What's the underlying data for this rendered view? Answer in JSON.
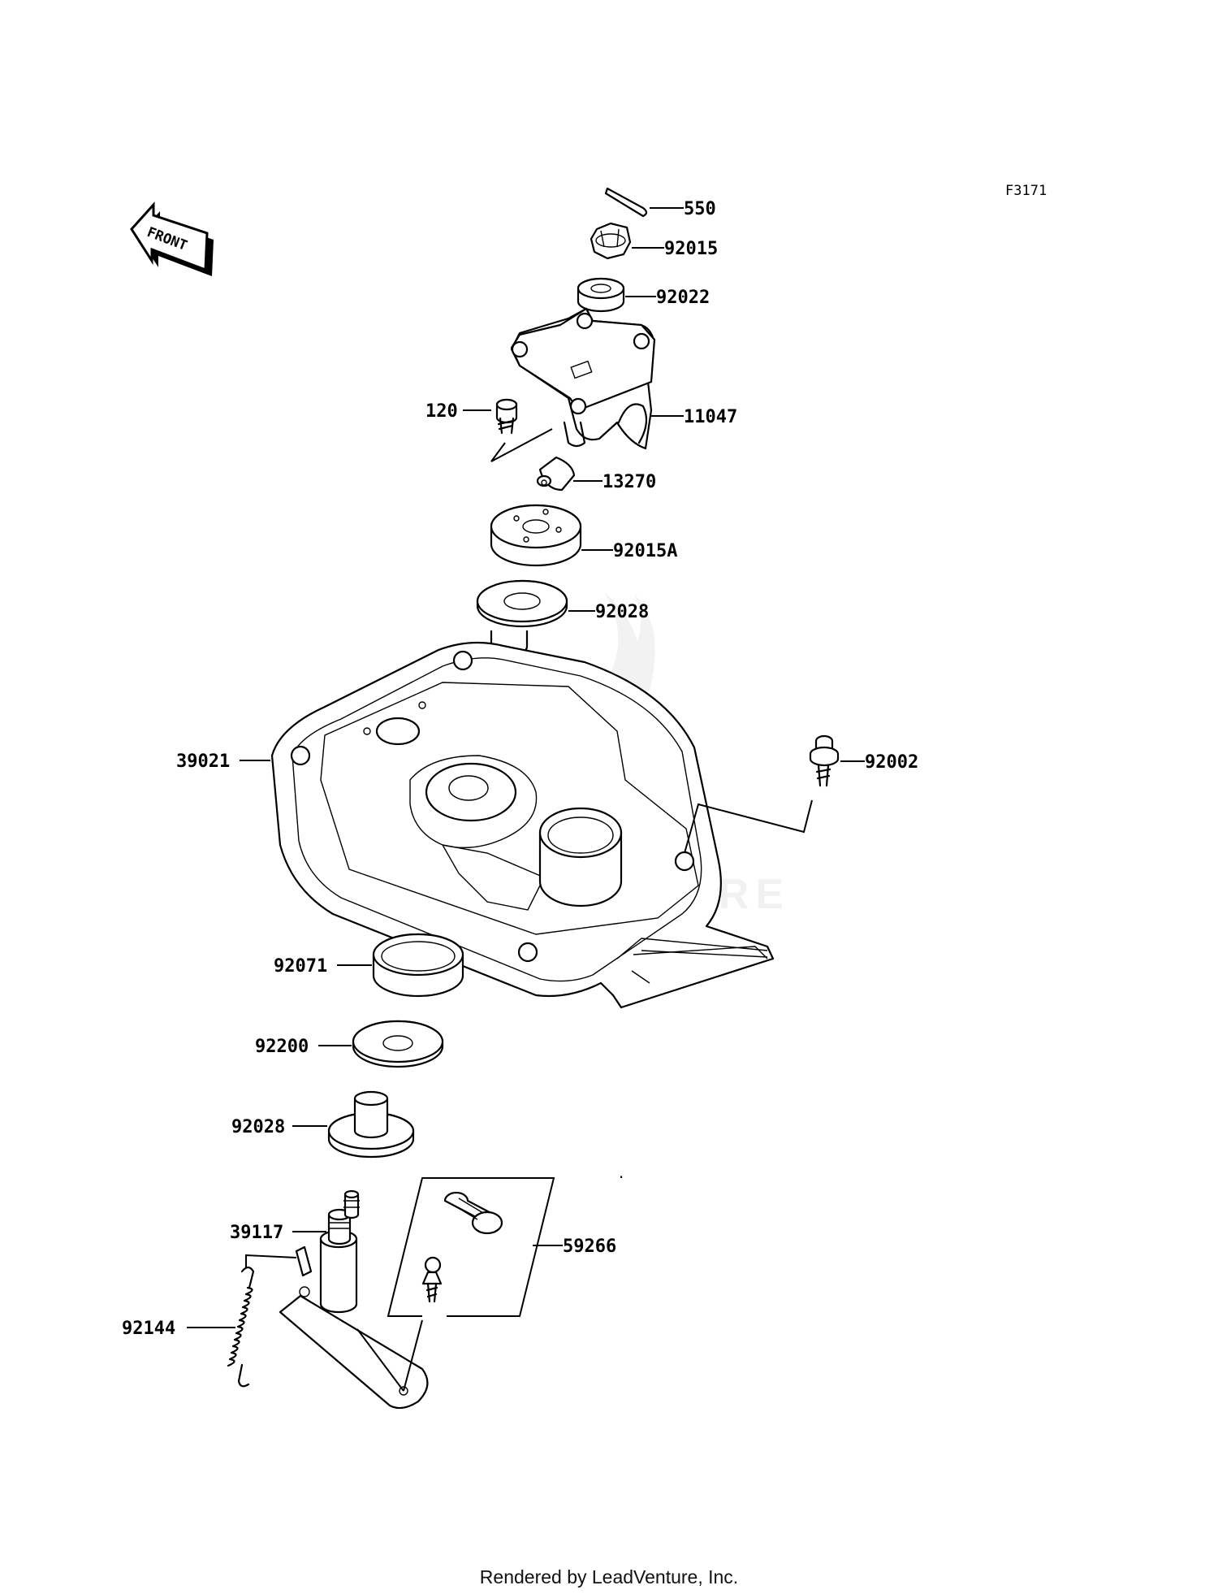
{
  "figure_ref": "F3171",
  "front_marker": "FRONT",
  "watermark": "LEADVENTURE",
  "footer": "Rendered by LeadVenture, Inc.",
  "callouts": {
    "p550": "550",
    "p92015": "92015",
    "p92022": "92022",
    "p11047": "11047",
    "p120": "120",
    "p13270": "13270",
    "p92015A": "92015A",
    "p92028a": "92028",
    "p39021": "39021",
    "p92002": "92002",
    "p92071": "92071",
    "p92200": "92200",
    "p92028b": "92028",
    "p39117": "39117",
    "p59266": "59266",
    "p92144": "92144"
  }
}
